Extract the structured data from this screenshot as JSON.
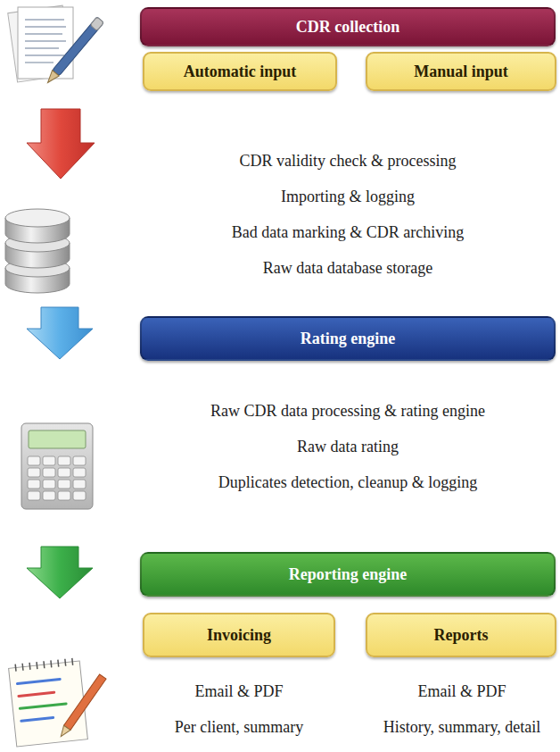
{
  "diagram": {
    "nodes": [
      {
        "text": [
          "CDR collection"
        ]
      },
      {
        "text": [
          "Automatic input"
        ]
      },
      {
        "text": [
          "Manual input"
        ]
      },
      {
        "text": [
          "Rating engine"
        ]
      },
      {
        "text": [
          "Reporting engine"
        ]
      },
      {
        "text": [
          "Invoicing"
        ]
      },
      {
        "text": [
          "Reports"
        ]
      }
    ],
    "labels": [
      "CDR validity check & processing",
      "Importing & logging",
      "Bad data marking & CDR archiving",
      "Raw data database storage",
      "Raw CDR data processing & rating engine",
      "Raw data rating",
      "Duplicates detection, cleanup & logging",
      "Email & PDF",
      "Per client, summary",
      "Email & PDF",
      "History, summary, detail"
    ]
  }
}
